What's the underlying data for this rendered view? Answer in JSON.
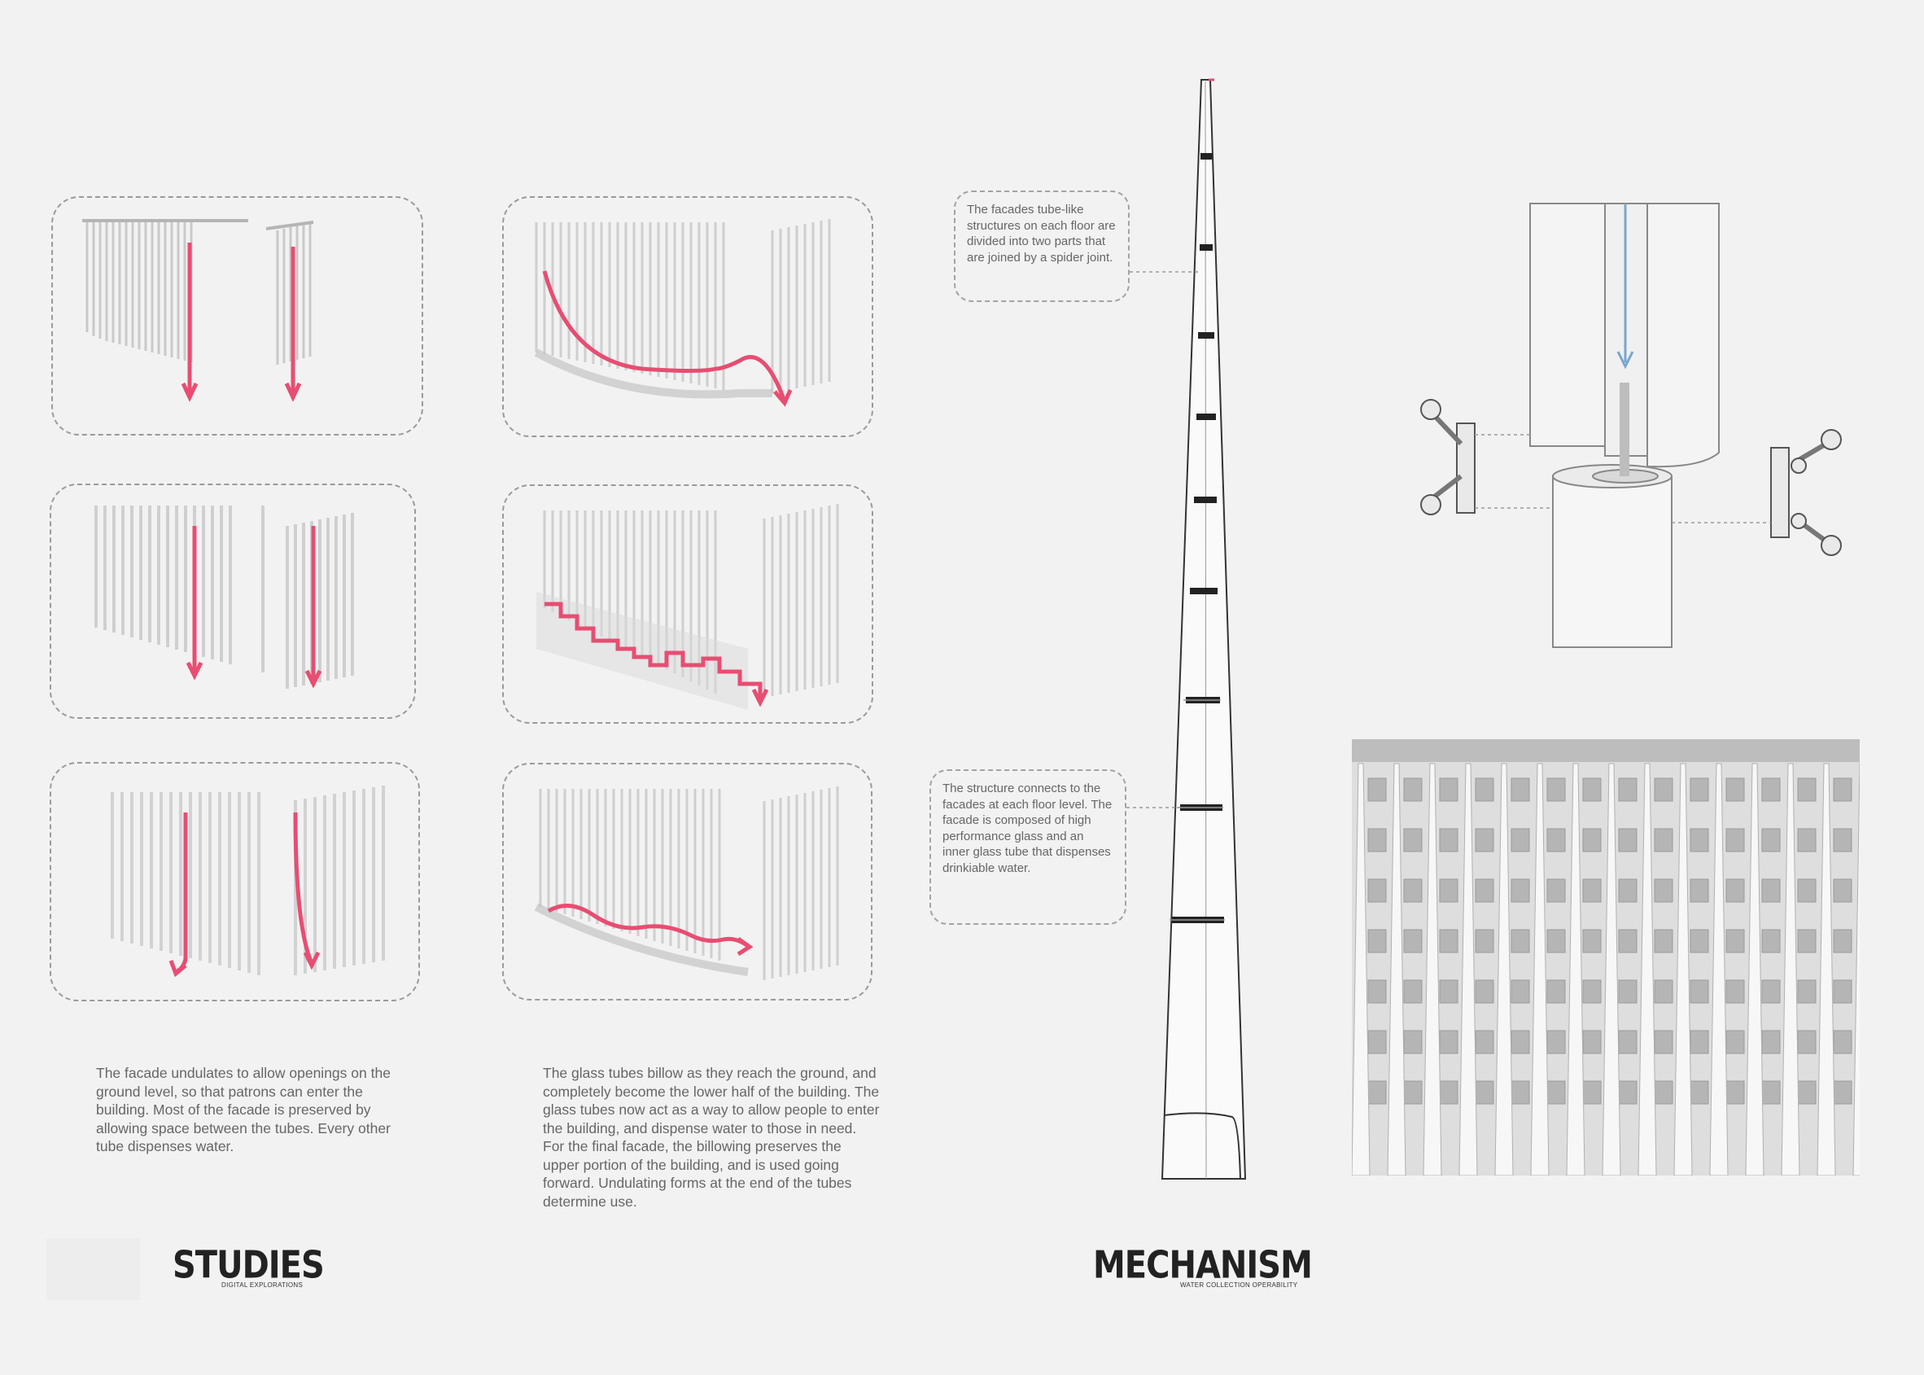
{
  "colors": {
    "background": "#f2f2f2",
    "flow_arrow": "#e84d72",
    "water_arrow": "#7aa6cf",
    "dashed_border": "#9a9a9a"
  },
  "studies": {
    "heading": "STUDIES",
    "subheading": "DIGITAL EXPLORATIONS",
    "text_left": "The facade undulates to allow openings on the ground level, so that patrons can enter the building. Most of the facade is preserved by allowing space between the tubes. Every other tube dispenses water.",
    "text_right": "The glass tubes billow as they reach the ground, and completely become the lower half of the building. The glass tubes now act as a way to allow people to enter the building, and dispense water to those in need. For the final facade, the billowing preserves the upper portion of the building, and is used going forward. Undulating forms at the end of the tubes determine use."
  },
  "mechanism": {
    "heading": "MECHANISM",
    "subheading": "WATER COLLECTION OPERABILITY",
    "callout_top": "The facades tube-like structures on each floor are divided into two parts that are joined by a spider joint.",
    "callout_bottom": "The structure connects to the facades at each floor level. The facade is composed of high performance glass and an inner glass tube that dispenses drinkiable water."
  }
}
